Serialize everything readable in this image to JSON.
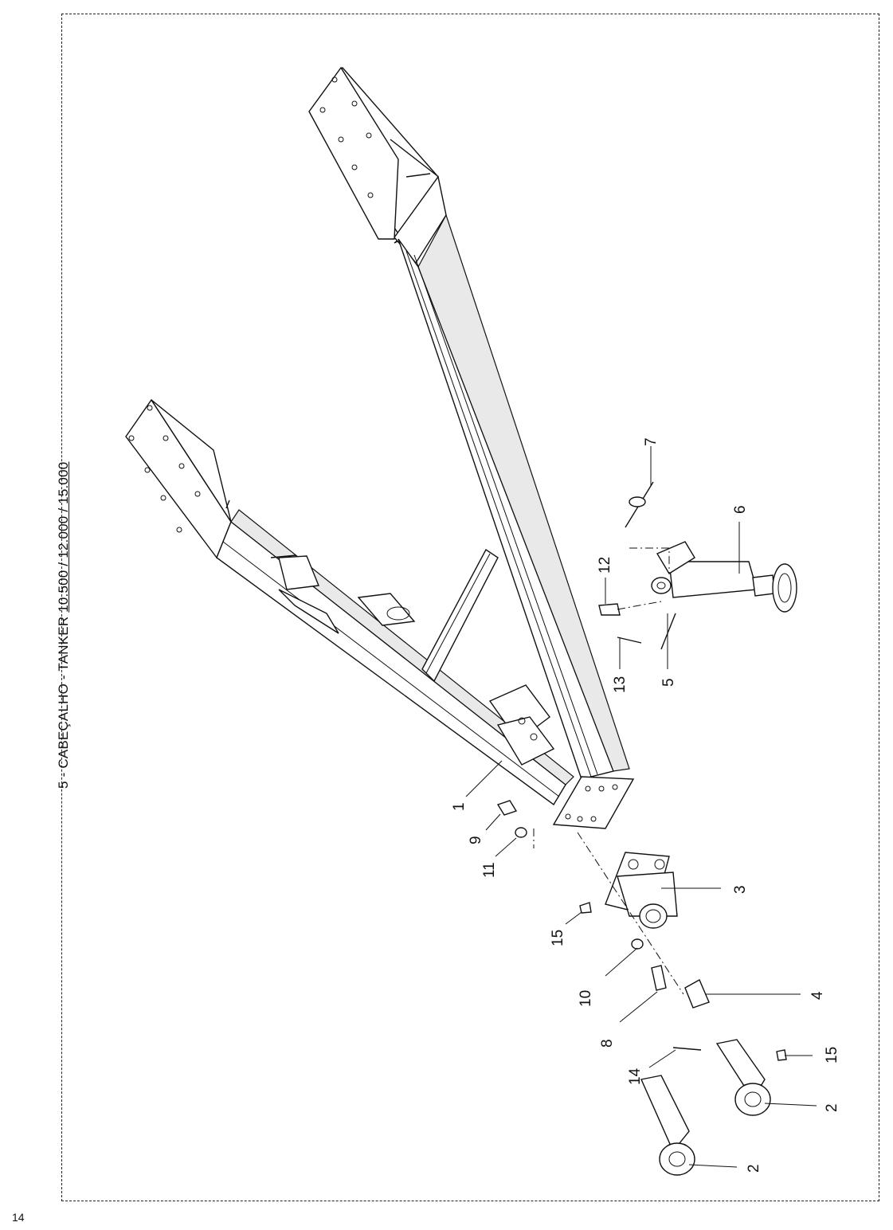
{
  "page_number": "14",
  "title": {
    "prefix": "5 - CABEÇALHO - TANKER ",
    "models": "10.500 / 12.000 / 15.000"
  },
  "callouts": [
    "1",
    "2",
    "2",
    "3",
    "4",
    "5",
    "6",
    "7",
    "8",
    "9",
    "10",
    "11",
    "12",
    "13",
    "14",
    "15",
    "15"
  ]
}
